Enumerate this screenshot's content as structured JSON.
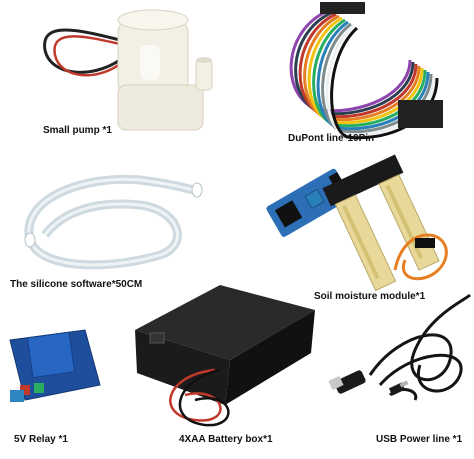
{
  "items": [
    {
      "id": "pump",
      "caption": "Small pump *1"
    },
    {
      "id": "dupont",
      "caption": "DuPont line*10Pin"
    },
    {
      "id": "silicone",
      "caption": "The silicone software*50CM"
    },
    {
      "id": "soil",
      "caption": "Soil moisture module*1"
    },
    {
      "id": "relay",
      "caption": "5V Relay *1"
    },
    {
      "id": "battery",
      "caption": "4XAA Battery box*1"
    },
    {
      "id": "usb",
      "caption": "USB Power line *1"
    }
  ]
}
